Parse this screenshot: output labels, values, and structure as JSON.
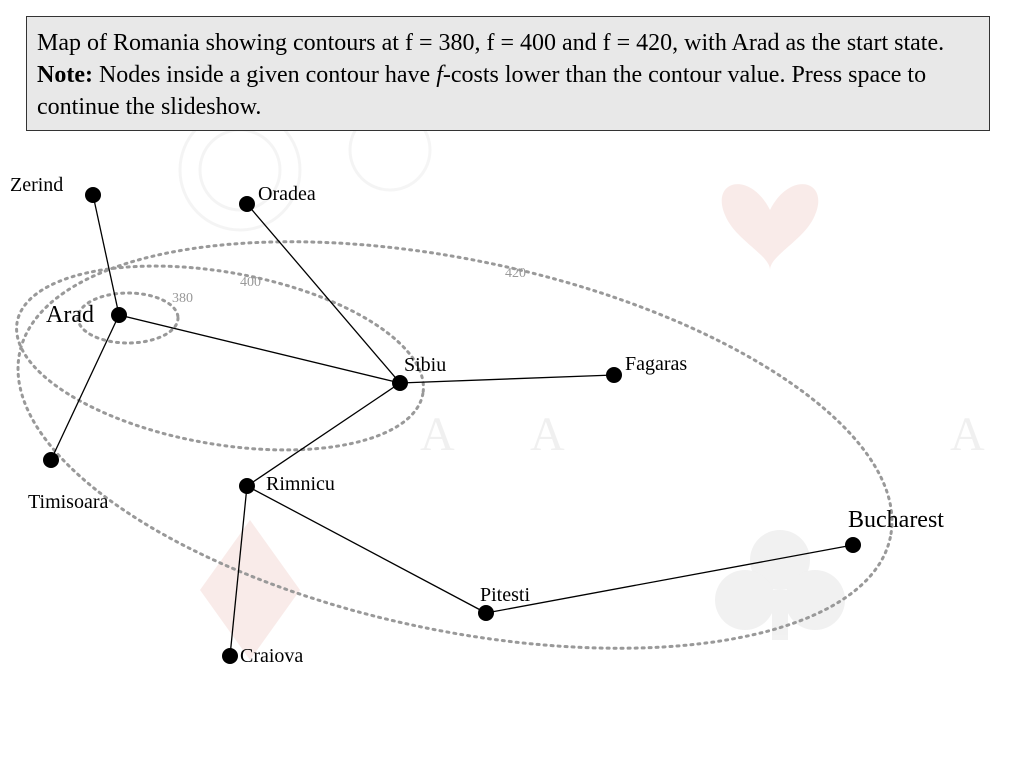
{
  "caption": {
    "part1": "Map of Romania showing contours at f  = 380, f = 400 and f = 420, with Arad as the start state. ",
    "note_label": "Note:",
    "part2": " Nodes inside a given contour have ",
    "italic": "f",
    "part3": "-costs lower than the contour value. Press space to continue the slideshow."
  },
  "nodes": {
    "zerind": "Zerind",
    "oradea": "Oradea",
    "arad": "Arad",
    "sibiu": "Sibiu",
    "fagaras": "Fagaras",
    "timisoara": "Timisoara",
    "rimnicu": "Rimnicu",
    "bucharest": "Bucharest",
    "pitesti": "Pitesti",
    "craiova": "Craiova"
  },
  "contours": {
    "c380": "380",
    "c400": "400",
    "c420": "420"
  },
  "colors": {
    "caption_bg": "#e8e8e8",
    "contour": "#999999",
    "edge": "#000000",
    "node": "#000000"
  }
}
